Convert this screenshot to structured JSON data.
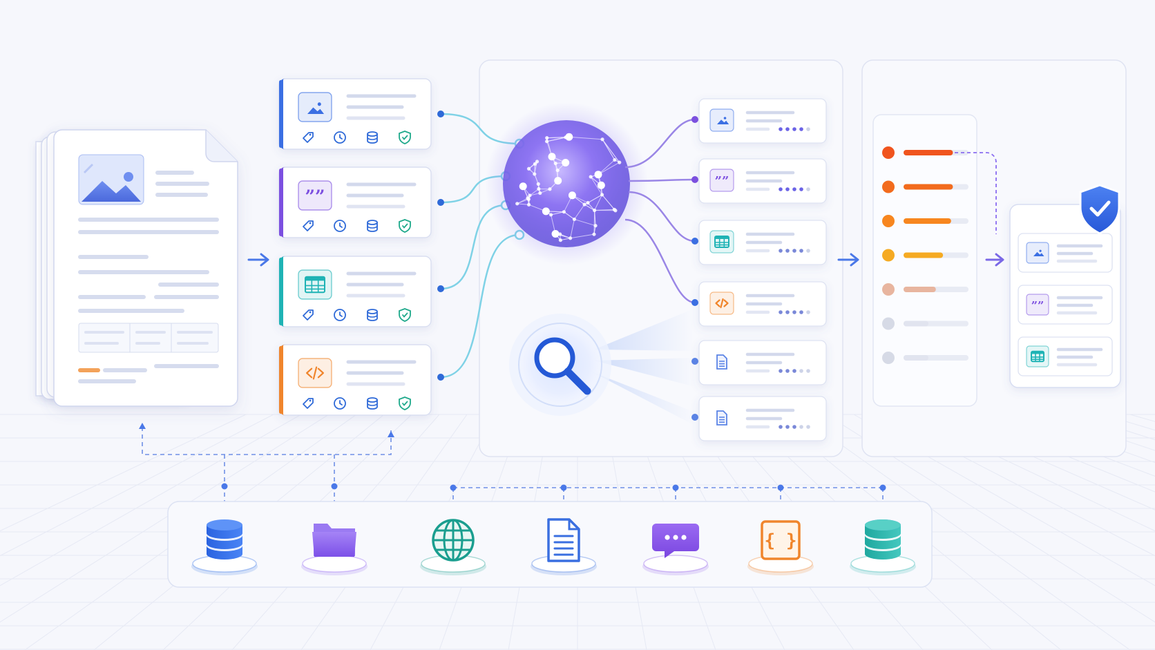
{
  "colors": {
    "background": "#f6f7fc",
    "blue": "#3b6fe3",
    "purple": "#7c4fe0",
    "teal": "#1fb3b5",
    "orange": "#f0852c",
    "cyan_link": "#7fd2e6",
    "purple_link": "#9a86e6",
    "sphere": "#7a62f0",
    "priority": [
      "#f0541e",
      "#f26b1d",
      "#f7861f",
      "#f5aa22",
      "#e8b59f",
      "#d6dae6",
      "#d6dae6"
    ]
  },
  "document": {
    "icon": "document-stack-icon"
  },
  "chunks": [
    {
      "icon": "image-icon",
      "accent": "blue"
    },
    {
      "icon": "quote-icon",
      "accent": "purple"
    },
    {
      "icon": "table-icon",
      "accent": "teal"
    },
    {
      "icon": "code-icon",
      "accent": "orange"
    }
  ],
  "chunk_badges": [
    "tag-icon",
    "clock-icon",
    "database-icon",
    "shield-check-icon"
  ],
  "retrieved": [
    {
      "icon": "image-icon",
      "source": "sphere"
    },
    {
      "icon": "quote-icon",
      "source": "sphere"
    },
    {
      "icon": "table-icon",
      "source": "sphere"
    },
    {
      "icon": "code-icon",
      "source": "sphere"
    },
    {
      "icon": "document-icon",
      "source": "search"
    },
    {
      "icon": "page-icon",
      "source": "search"
    }
  ],
  "ranking": {
    "levels": [
      0.55,
      0.55,
      0.53,
      0.44,
      0.36,
      0,
      0
    ]
  },
  "final": {
    "badge": "shield-check-icon",
    "items": [
      {
        "icon": "image-icon"
      },
      {
        "icon": "quote-icon"
      },
      {
        "icon": "table-icon"
      }
    ]
  },
  "sources": [
    {
      "icon": "database-icon",
      "color": "#2f6de6"
    },
    {
      "icon": "folder-icon",
      "color": "#8b5cf0"
    },
    {
      "icon": "globe-icon",
      "color": "#1a9e8f"
    },
    {
      "icon": "document-icon",
      "color": "#3a6fe0"
    },
    {
      "icon": "chat-icon",
      "color": "#8a52e8"
    },
    {
      "icon": "json-icon",
      "color": "#f0852c"
    },
    {
      "icon": "stacked-database-icon",
      "color": "#22b3ac"
    }
  ]
}
